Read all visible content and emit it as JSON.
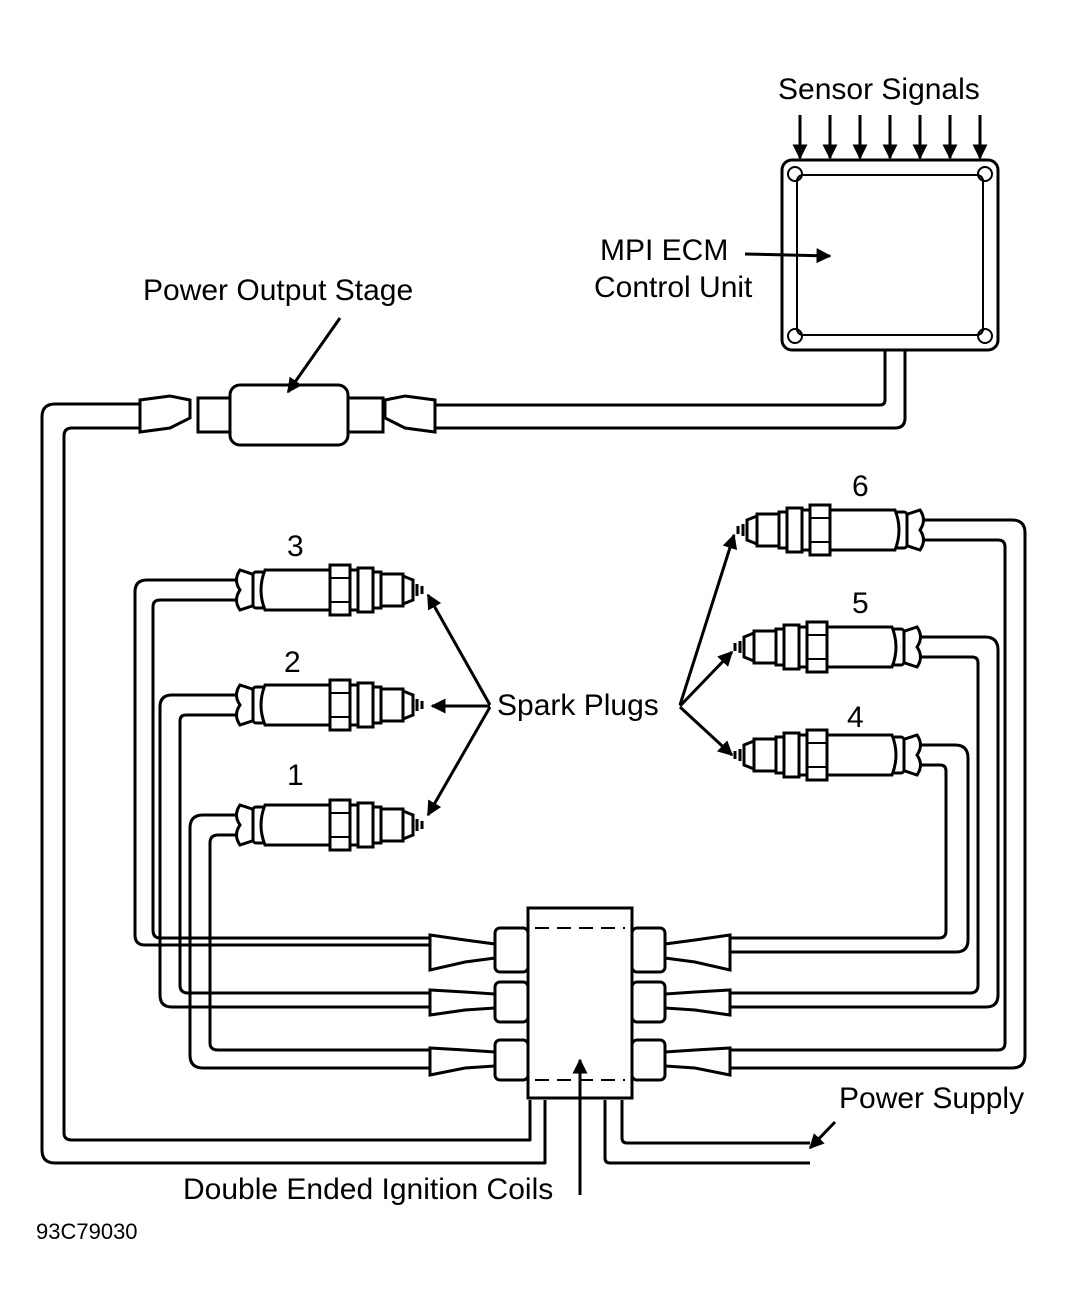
{
  "labels": {
    "sensor_signals": "Sensor Signals",
    "ecm_line1": "MPI ECM",
    "ecm_line2": "Control Unit",
    "power_output_stage": "Power Output Stage",
    "spark_plugs": "Spark Plugs",
    "power_supply": "Power Supply",
    "ignition_coils": "Double Ended Ignition Coils",
    "figure_code": "93C79030"
  },
  "plug_numbers": {
    "p1": "1",
    "p2": "2",
    "p3": "3",
    "p4": "4",
    "p5": "5",
    "p6": "6"
  }
}
